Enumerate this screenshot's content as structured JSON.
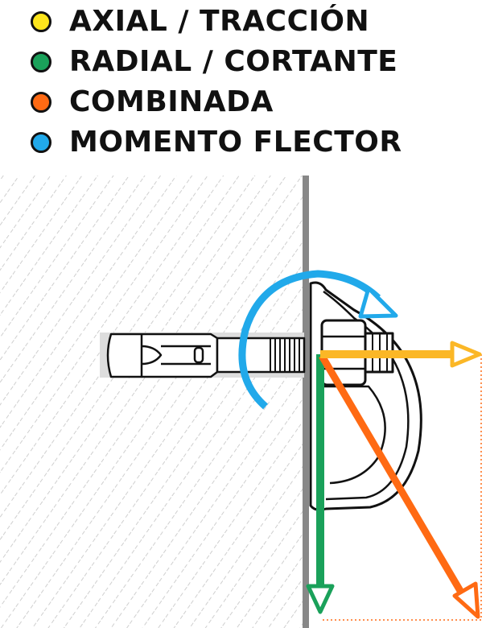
{
  "legend": {
    "items": [
      {
        "label": "AXIAL / TRACCIÓN",
        "color": "#fde51c"
      },
      {
        "label": "RADIAL / CORTANTE",
        "color": "#1aa15a"
      },
      {
        "label": "COMBINADA",
        "color": "#ff6a13"
      },
      {
        "label": "MOMENTO FLECTOR",
        "color": "#21a9ea"
      }
    ]
  },
  "colors": {
    "axial": "#fbb726",
    "radial": "#1aa15a",
    "combined": "#ff6a13",
    "moment": "#21a9ea",
    "wall_line": "#888888",
    "anchor_fill": "#dddddd",
    "hatch": "#cfcfcf"
  }
}
